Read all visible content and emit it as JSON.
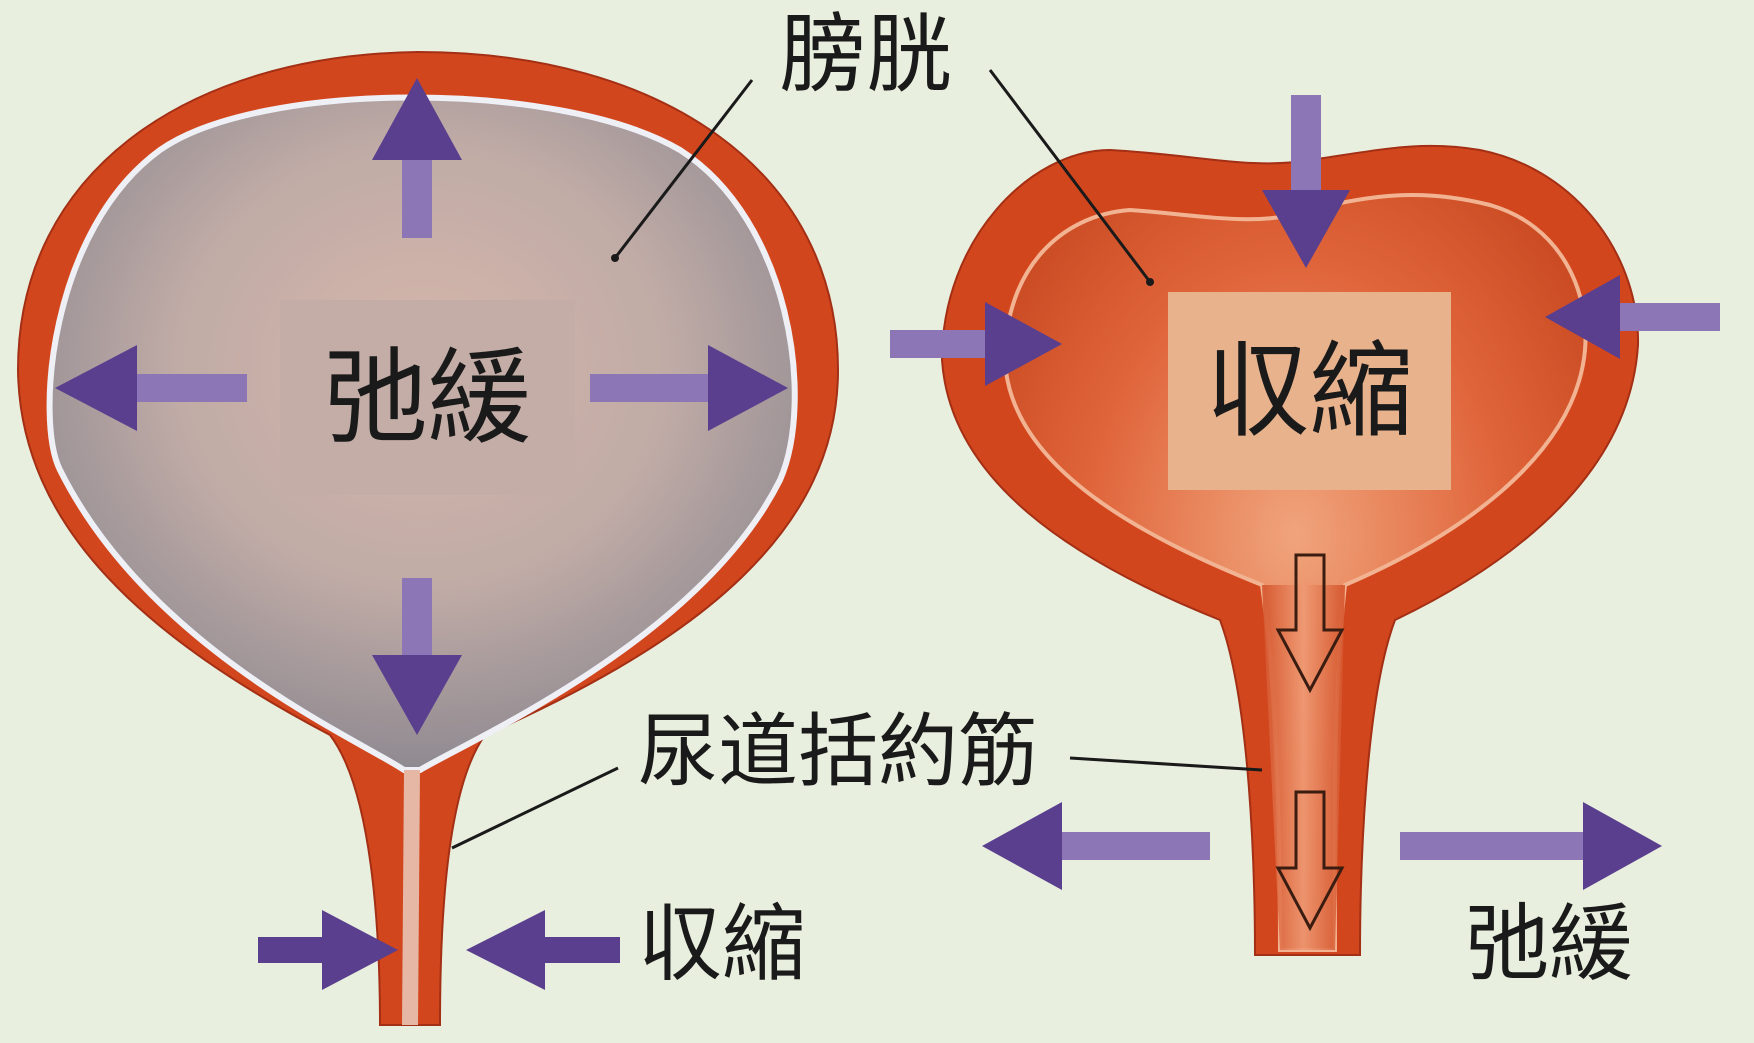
{
  "labels": {
    "bladder": "膀胱",
    "sphincter": "尿道括約筋",
    "left_center": "弛緩",
    "right_center": "収縮",
    "left_sphincter_state": "収縮",
    "right_sphincter_state": "弛緩"
  },
  "colors": {
    "background": "#e9efdf",
    "muscle": "#d2461e",
    "relaxed_interior": "#b7aaa4",
    "contracted_interior": "#df5a30",
    "arrow": "#5a3f8e",
    "left_box": "#c3ada6",
    "right_box": "#e8b28c"
  },
  "icons": {
    "arrows": "arrow-icon",
    "outline_arrows": "outline-down-arrow-icon"
  }
}
